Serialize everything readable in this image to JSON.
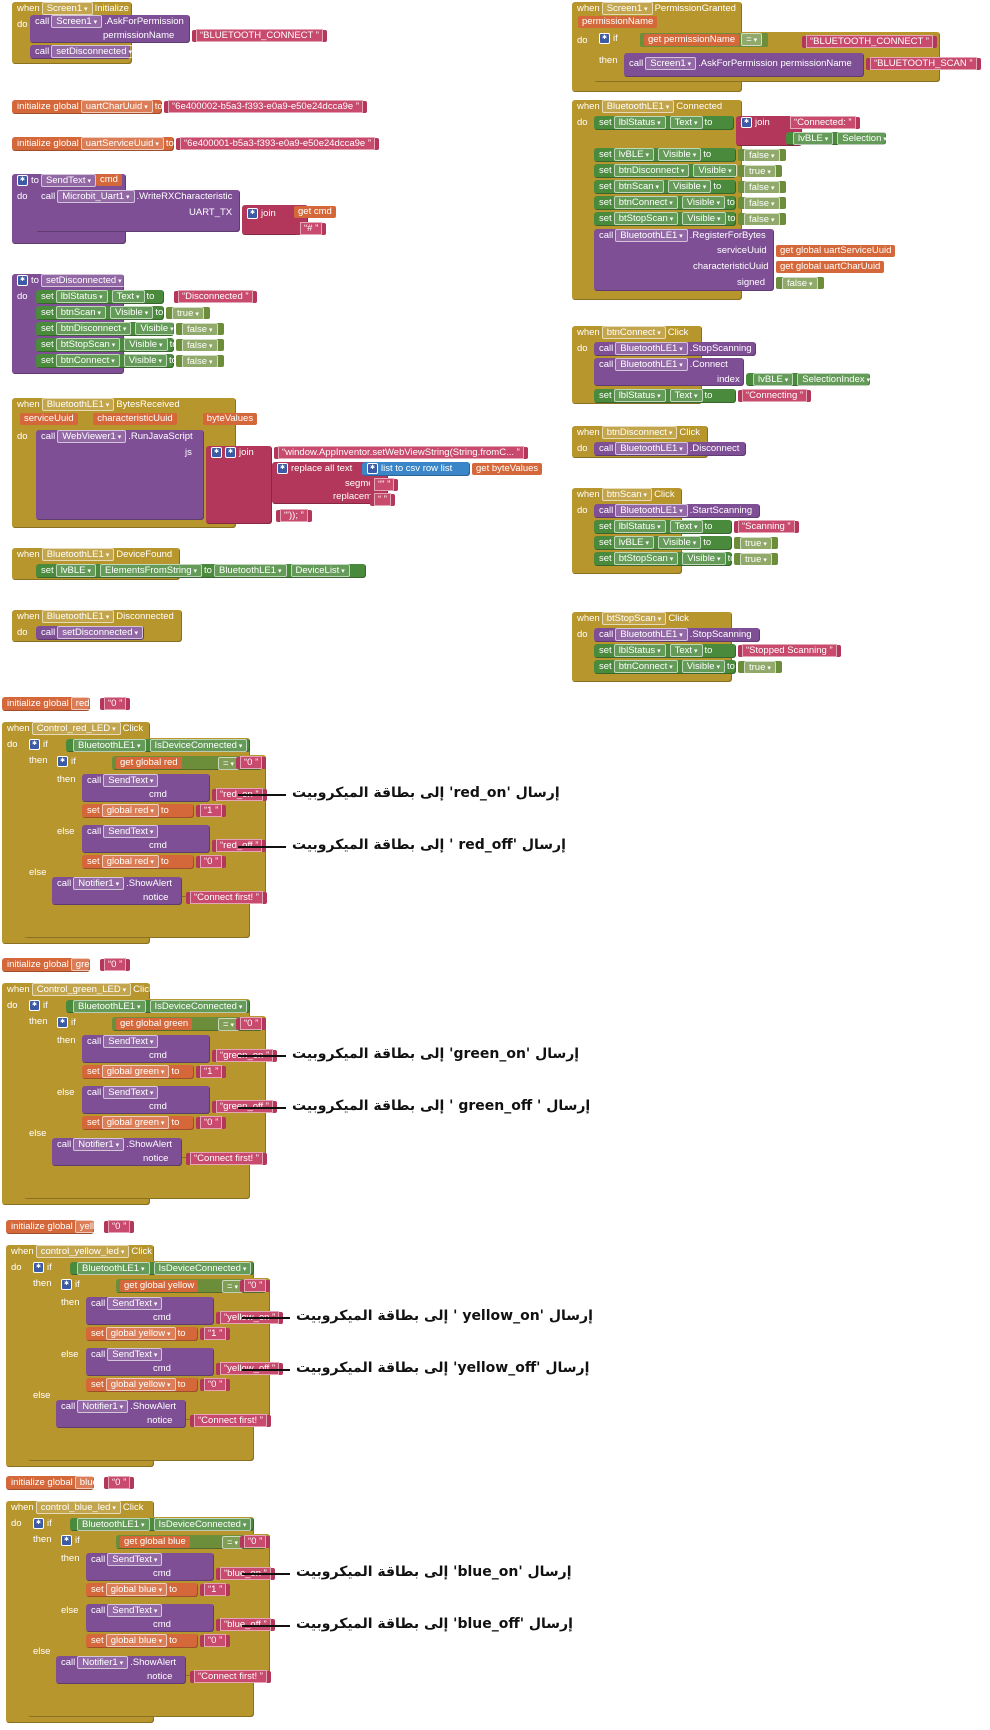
{
  "kw": {
    "when": "when",
    "do": "do",
    "call": "call",
    "set": "set",
    "get": "get",
    "to": "to",
    "if": "if",
    "then": "then",
    "else": "else",
    "join": "join",
    "init_global": "initialize global",
    "to_proc": "to",
    "Click": "Click",
    "eq": "=",
    "true": "true",
    "false": "false"
  },
  "colors": {
    "event": "#b8962e",
    "procedure": "#7f4f96",
    "component": "#4a8a3c",
    "variable": "#d5683a",
    "text": "#b2375a",
    "logic": "#6c8e3a"
  },
  "screen_init": {
    "comp": "Screen1",
    "event": "Initialize",
    "method": "AskForPermission",
    "param": "permissionName",
    "value": "BLUETOOTH_CONNECT",
    "call2": "setDisconnected"
  },
  "perm_granted": {
    "comp": "Screen1",
    "event": "PermissionGranted",
    "param": "permissionName",
    "get": "permissionName",
    "cmp_value": "BLUETOOTH_CONNECT",
    "method": "AskForPermission",
    "arg": "permissionName",
    "arg_value": "BLUETOOTH_SCAN"
  },
  "globals": {
    "uartChar": {
      "name": "uartCharUuid",
      "value": "6e400002-b5a3-f393-e0a9-e50e24dcca9e"
    },
    "uartService": {
      "name": "uartServiceUuid",
      "value": "6e400001-b5a3-f393-e0a9-e50e24dcca9e"
    }
  },
  "send_text": {
    "name": "SendText",
    "param": "cmd",
    "comp": "Microbit_Uart1",
    "method": "WriteRXCharacteristic",
    "arg": "UART_TX",
    "get": "cmd",
    "suffix": "#"
  },
  "set_disconnected": {
    "name": "setDisconnected",
    "rows": [
      {
        "comp": "lblStatus",
        "prop": "Text",
        "value": "Disconnected",
        "kind": "str"
      },
      {
        "comp": "btnScan",
        "prop": "Visible",
        "value": "true",
        "kind": "bool"
      },
      {
        "comp": "btnDisconnect",
        "prop": "Visible",
        "value": "false",
        "kind": "bool"
      },
      {
        "comp": "btStopScan",
        "prop": "Visible",
        "value": "false",
        "kind": "bool"
      },
      {
        "comp": "btnConnect",
        "prop": "Visible",
        "value": "false",
        "kind": "bool"
      }
    ]
  },
  "bytes_received": {
    "comp": "BluetoothLE1",
    "event": "BytesReceived",
    "params": [
      "serviceUuid",
      "characteristicUuid",
      "byteValues"
    ],
    "call_comp": "WebViewer1",
    "method": "RunJavaScript",
    "arg": "js",
    "js": "window.AppInventor.setWebViewString(String.fromC...",
    "replace": "replace all text",
    "list_csv": "list to csv row list",
    "get": "byteValues",
    "segment": "segment",
    "replacement": "replacement",
    "seg_val": "\"",
    "rep_val": "",
    "tail": "'));"
  },
  "device_found": {
    "comp": "BluetoothLE1",
    "event": "DeviceFound",
    "target": "lvBLE",
    "prop": "ElementsFromString",
    "src": "BluetoothLE1",
    "src_prop": "DeviceList"
  },
  "disconnected_evt": {
    "comp": "BluetoothLE1",
    "event": "Disconnected",
    "call": "setDisconnected"
  },
  "connected": {
    "comp": "BluetoothLE1",
    "event": "Connected",
    "status": {
      "comp": "lblStatus",
      "prop": "Text",
      "join1": "Connected: ",
      "join_comp": "lvBLE",
      "join_prop": "Selection"
    },
    "rows": [
      {
        "comp": "lvBLE",
        "prop": "Visible",
        "value": "false"
      },
      {
        "comp": "btnDisconnect",
        "prop": "Visible",
        "value": "true"
      },
      {
        "comp": "btnScan",
        "prop": "Visible",
        "value": "false"
      },
      {
        "comp": "btnConnect",
        "prop": "Visible",
        "value": "false"
      },
      {
        "comp": "btStopScan",
        "prop": "Visible",
        "value": "false"
      }
    ],
    "register": {
      "comp": "BluetoothLE1",
      "method": "RegisterForBytes",
      "p1": "serviceUuid",
      "v1": "global uartServiceUuid",
      "p2": "characteristicUuid",
      "v2": "global uartCharUuid",
      "p3": "signed",
      "v3": "false"
    }
  },
  "btn_connect": {
    "comp": "btnConnect",
    "c1": "BluetoothLE1",
    "m1": "StopScanning",
    "c2": "BluetoothLE1",
    "m2": "Connect",
    "arg": "index",
    "arg_comp": "lvBLE",
    "arg_prop": "SelectionIndex",
    "status": "lblStatus",
    "status_prop": "Text",
    "status_val": "Connecting"
  },
  "btn_disconnect": {
    "comp": "btnDisconnect",
    "c1": "BluetoothLE1",
    "m1": "Disconnect"
  },
  "btn_scan": {
    "comp": "btnScan",
    "c1": "BluetoothLE1",
    "m1": "StartScanning",
    "rows": [
      {
        "comp": "lblStatus",
        "prop": "Text",
        "value": "Scanning",
        "kind": "str"
      },
      {
        "comp": "lvBLE",
        "prop": "Visible",
        "value": "true",
        "kind": "bool"
      },
      {
        "comp": "btStopScan",
        "prop": "Visible",
        "value": "true",
        "kind": "bool"
      }
    ]
  },
  "btn_stop": {
    "comp": "btStopScan",
    "c1": "BluetoothLE1",
    "m1": "StopScanning",
    "rows": [
      {
        "comp": "lblStatus",
        "prop": "Text",
        "value": "Stopped Scanning",
        "kind": "str"
      },
      {
        "comp": "btnConnect",
        "prop": "Visible",
        "value": "true",
        "kind": "bool"
      }
    ]
  },
  "leds": [
    {
      "var": "red",
      "init": "0",
      "button": "Control_red_LED",
      "on": "red_on",
      "off": "red_off",
      "set_on": "1",
      "set_off": "0",
      "label_on": "إرسال  'red_on'  إلى بطاقة الميكروبيت",
      "label_off": "إرسال  'red_off '  إلى بطاقة الميكروبيت"
    },
    {
      "var": "green",
      "init": "0",
      "button": "Control_green_LED",
      "on": "green_on",
      "off": "green_off",
      "set_on": "1",
      "set_off": "0",
      "label_on": "إرسال  'green_on'  إلى بطاقة الميكروبيت",
      "label_off": "إرسال ' green_off '  إلى بطاقة الميكروبيت"
    },
    {
      "var": "yellow",
      "init": "0",
      "button": "control_yellow_led",
      "on": "yellow_on",
      "off": "yellow_off",
      "set_on": "1",
      "set_off": "0",
      "label_on": "إرسال  'yellow_on '  إلى بطاقة الميكروبيت",
      "label_off": "إرسال  'yellow_off'  إلى بطاقة الميكروبيت"
    },
    {
      "var": "blue",
      "init": "0",
      "button": "control_blue_led",
      "on": "blue_on",
      "off": "blue_off",
      "set_on": "1",
      "set_off": "0",
      "label_on": "إرسال  'blue_on'  إلى بطاقة الميكروبيت",
      "label_off": "إرسال  'blue_off'  إلى بطاقة الميكروبيت"
    }
  ],
  "led_common": {
    "comp": "BluetoothLE1",
    "prop": "IsDeviceConnected",
    "proc": "SendText",
    "arg": "cmd",
    "notifier": "Notifier1",
    "method": "ShowAlert",
    "notice": "notice",
    "notice_val": "Connect first!"
  }
}
